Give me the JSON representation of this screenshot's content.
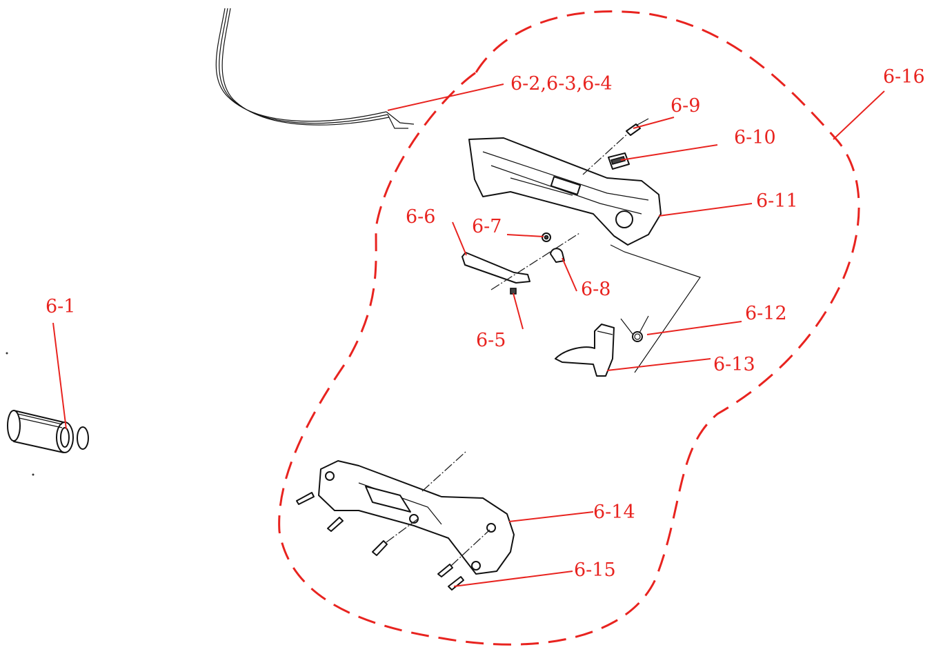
{
  "labels": {
    "p6_1": "6-1",
    "p6_2_4": "6-2,6-3,6-4",
    "p6_5": "6-5",
    "p6_6": "6-6",
    "p6_7": "6-7",
    "p6_8": "6-8",
    "p6_9": "6-9",
    "p6_10": "6-10",
    "p6_11": "6-11",
    "p6_12": "6-12",
    "p6_13": "6-13",
    "p6_14": "6-14",
    "p6_15": "6-15",
    "p6_16": "6-16"
  },
  "colors": {
    "callout": "#e8231f",
    "linework": "#111111",
    "background": "#ffffff"
  }
}
